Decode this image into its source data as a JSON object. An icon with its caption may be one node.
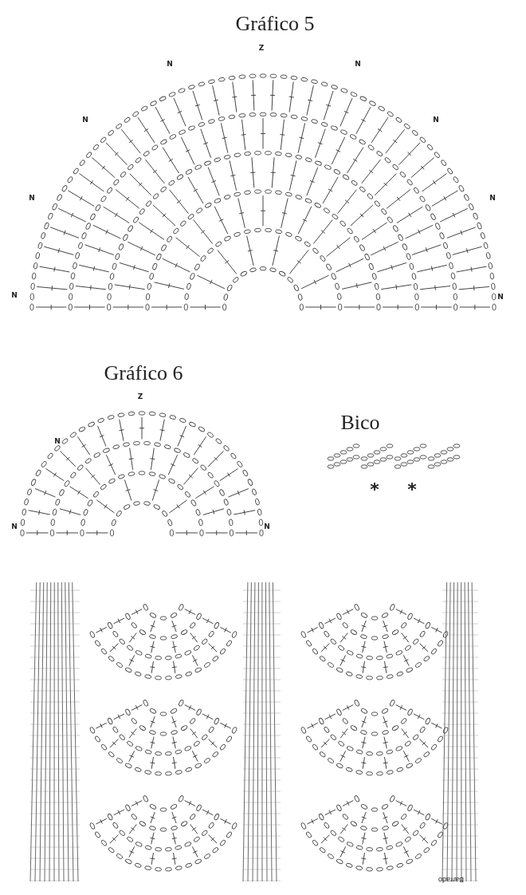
{
  "diagram": {
    "labels": [
      "Gráfico 5",
      "Z",
      "N",
      "N",
      "N",
      "N",
      "N",
      "N",
      "N",
      "N",
      "Gráfico 6",
      "Bico",
      "Z",
      "N",
      "N",
      "N",
      "*",
      "*",
      "Barrado"
    ]
  }
}
